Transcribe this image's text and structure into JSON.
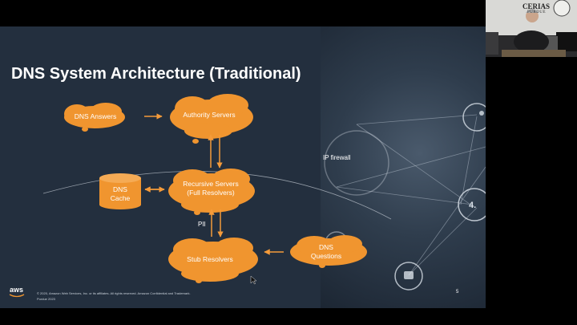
{
  "slide": {
    "title": "DNS System Architecture (Traditional)",
    "nodes": {
      "dns_answers": "DNS Answers",
      "authority_servers": "Authority Servers",
      "recursive_servers": "Recursive Servers (Full Resolvers)",
      "dns_cache": "DNS Cache",
      "stub_resolvers": "Stub Resolvers",
      "dns_questions": "DNS Questions"
    },
    "pii_label": "PII",
    "ip_firewall_label": "IP firewall",
    "footer_line1": "© 2020, Amazon Web Services, Inc. or its affiliates. All rights reserved. Amazon Confidential and Trademark.",
    "footer_line2": "Purdue 2023",
    "page_number": "5",
    "logo_text": "aws"
  },
  "webcam": {
    "logo_text": "CERIAS",
    "logo_subtext": "PURDUE"
  },
  "colors": {
    "slide_background": "#232f3e",
    "cloud_orange": "#f0952f",
    "arrow_orange": "#f59b3a"
  }
}
